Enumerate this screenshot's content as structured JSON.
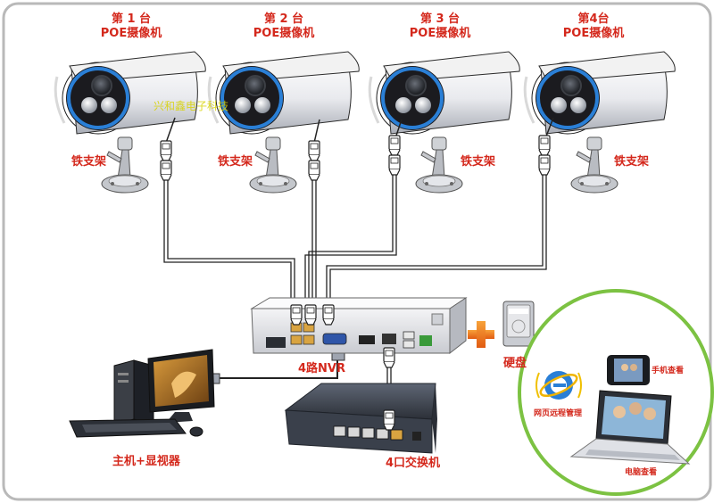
{
  "cameras": [
    {
      "number": "第 1 台",
      "model": "POE摄像机",
      "bracket": "铁支架"
    },
    {
      "number": "第 2 台",
      "model": "POE摄像机",
      "bracket": "铁支架"
    },
    {
      "number": "第 3 台",
      "model": "POE摄像机",
      "bracket": "铁支架"
    },
    {
      "number": "第4台",
      "model": "POE摄像机",
      "bracket": "铁支架"
    }
  ],
  "watermark": "兴和鑫电子科技",
  "devices": {
    "nvr": "4路NVR",
    "hdd": "硬盘",
    "switch": "4口交换机",
    "pc": "主机+显视器"
  },
  "remote": {
    "browser": "网页远程管理",
    "phone": "手机查看",
    "laptop": "电脑查看"
  },
  "plus_sign": "+",
  "colors": {
    "label_red": "#d4281c",
    "ring_green": "#7cc242",
    "camera_blue": "#2a7fd6",
    "frame_gray": "#b9b9b9"
  }
}
